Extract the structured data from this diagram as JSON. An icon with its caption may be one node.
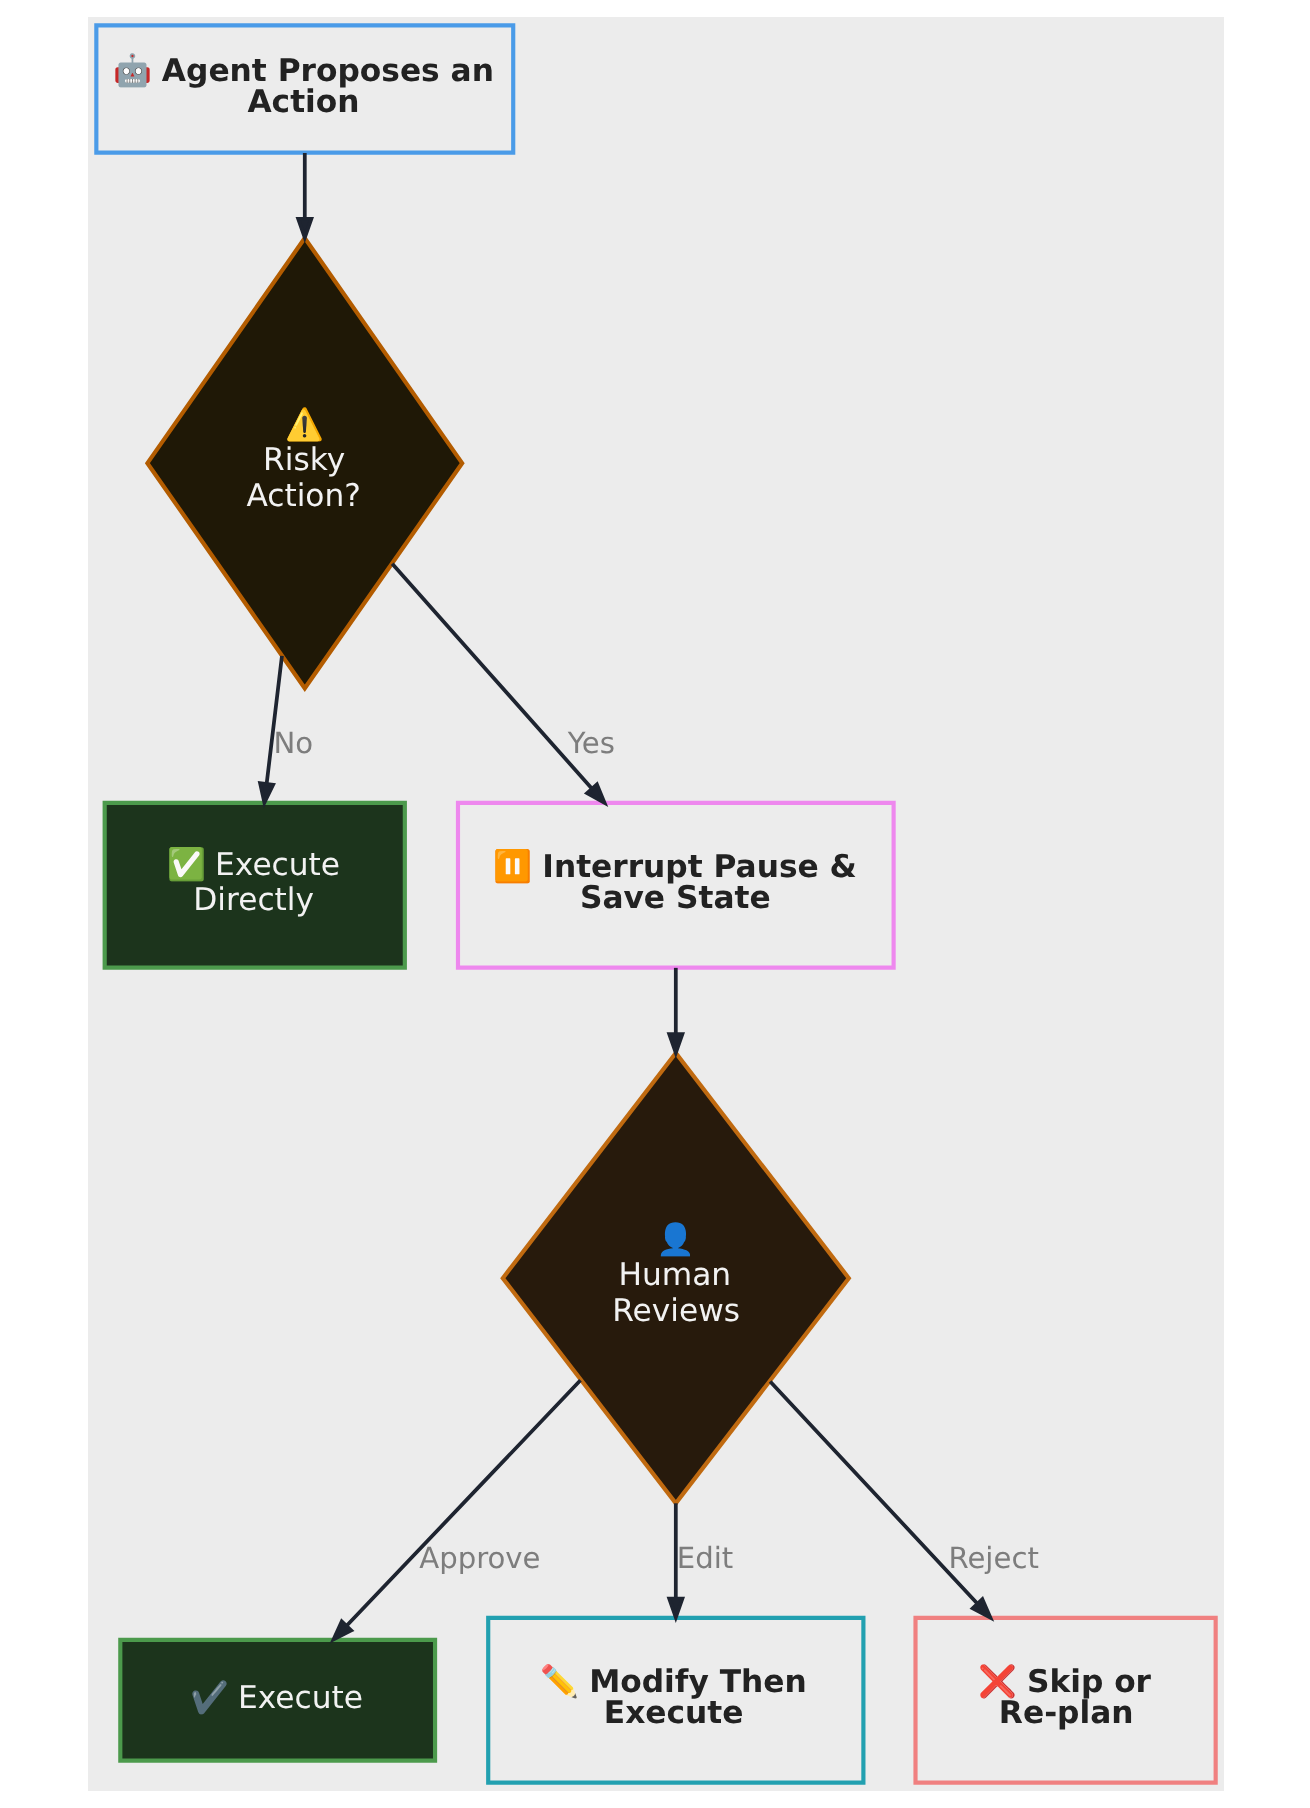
{
  "diagram": {
    "nodes": [
      {
        "text": [
          "🤖 Agent Proposes an Action"
        ]
      },
      {
        "text": [
          "⚠️ Risky Action?"
        ]
      },
      {
        "text": [
          "✅ Execute Directly"
        ]
      },
      {
        "text": [
          "⏸️ Interrupt Pause & Save State"
        ]
      },
      {
        "text": [
          "👤 Human Reviews"
        ]
      },
      {
        "text": [
          "✔️ Execute"
        ]
      },
      {
        "text": [
          "✏️ Modify Then Execute"
        ]
      },
      {
        "text": [
          "❌ Skip or Re-plan"
        ]
      }
    ],
    "edges": [
      {
        "from": 0,
        "to": 1,
        "arrow": "to"
      },
      {
        "from": 1,
        "to": 2,
        "arrow": "to",
        "label": "No"
      },
      {
        "from": 1,
        "to": 3,
        "arrow": "to",
        "label": "Yes"
      },
      {
        "from": 3,
        "to": 4,
        "arrow": "to"
      },
      {
        "from": 4,
        "to": 5,
        "arrow": "to",
        "label": "Approve"
      },
      {
        "from": 4,
        "to": 6,
        "arrow": "to",
        "label": "Edit"
      },
      {
        "from": 4,
        "to": 7,
        "arrow": "to",
        "label": "Reject"
      }
    ]
  }
}
